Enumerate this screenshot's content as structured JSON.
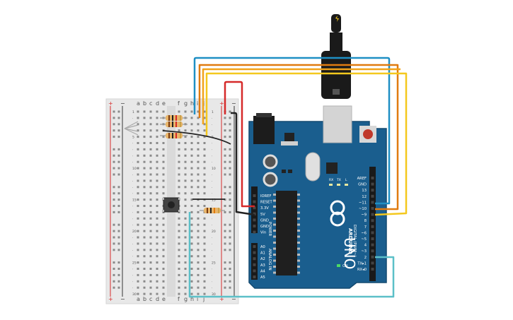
{
  "breadboard": {
    "column_letters_left": [
      "a",
      "b",
      "c",
      "d",
      "e"
    ],
    "column_letters_right": [
      "f",
      "g",
      "h",
      "i",
      "j"
    ],
    "rail_plus": "+",
    "rail_minus": "−",
    "row_numbers": [
      "1",
      "",
      "",
      "",
      "5",
      "",
      "",
      "",
      "",
      "10",
      "",
      "",
      "",
      "",
      "15",
      "",
      "",
      "",
      "",
      "20",
      "",
      "",
      "",
      "",
      "25",
      "",
      "",
      "",
      "",
      "30"
    ]
  },
  "arduino": {
    "brand": "ARDUINO",
    "model": "UNO",
    "on_label": "ON",
    "tx_label": "TX",
    "rx_label": "RX",
    "l_label": "L",
    "digital_label": "DIGITAL (PWM~)",
    "power_label": "POWER",
    "analog_label": "ANALOG IN",
    "digital_pins": [
      "AREF",
      "GND",
      "13",
      "12",
      "~11",
      "~10",
      "~9",
      "8",
      "7",
      "~6",
      "~5",
      "4",
      "~3",
      "2",
      "TX▸1",
      "RX◂0"
    ],
    "power_pins": [
      "IOREF",
      "RESET",
      "3.3V",
      "5V",
      "GND",
      "GND",
      "Vin"
    ],
    "analog_pins": [
      "A0",
      "A1",
      "A2",
      "A3",
      "A4",
      "A5"
    ]
  },
  "wires": {
    "blue": "#1f8fc4",
    "orange_dark": "#e07b10",
    "orange": "#f2a21a",
    "yellow": "#f4c81e",
    "red": "#d62a2a",
    "black": "#222222",
    "teal": "#5cc0c8"
  },
  "colors": {
    "board": "#1a5e8e",
    "board_edge": "#144a70",
    "breadboard": "#e9e9e9"
  }
}
